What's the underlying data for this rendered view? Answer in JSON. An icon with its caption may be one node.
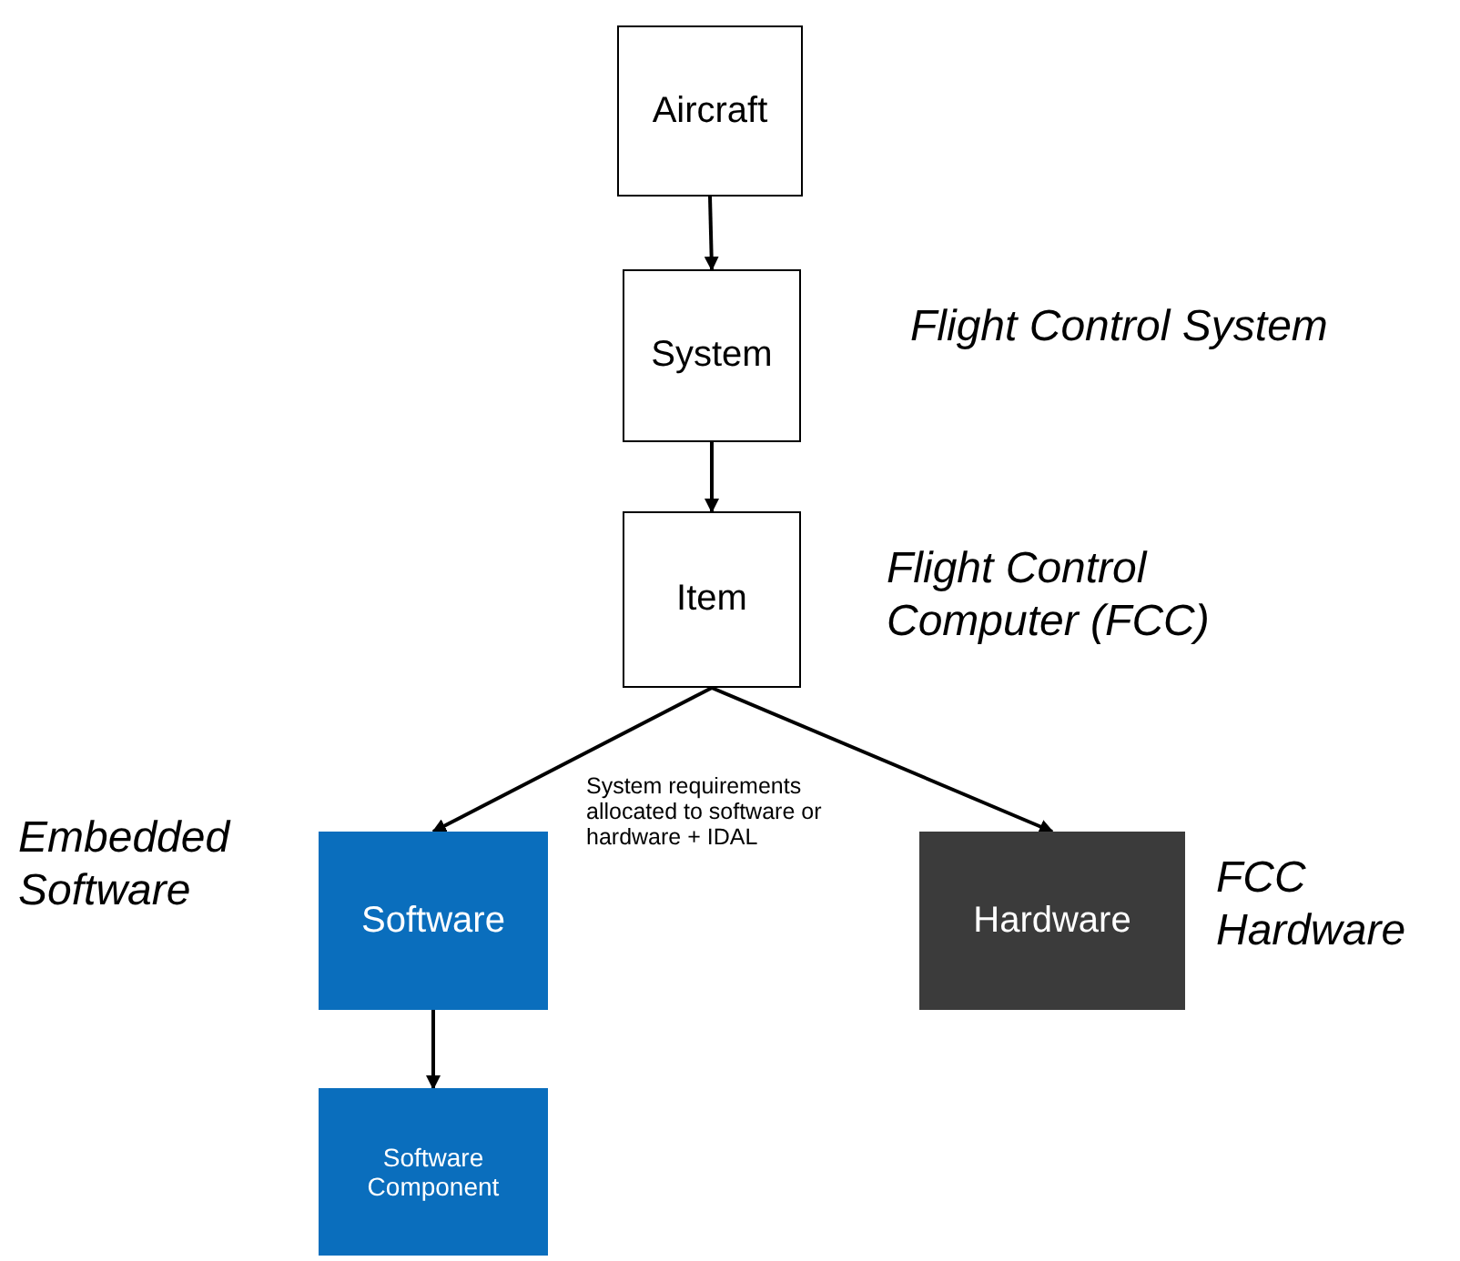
{
  "diagram": {
    "nodes": [
      {
        "text": [
          "Aircraft"
        ]
      },
      {
        "text": [
          "System"
        ],
        "beside": [
          "Flight Control System"
        ]
      },
      {
        "text": [
          "Item"
        ],
        "beside": [
          "Flight Control Computer (FCC)"
        ]
      },
      {
        "text": [
          "Software"
        ],
        "beside": [
          "Embedded Software"
        ]
      },
      {
        "text": [
          "Hardware"
        ],
        "beside": [
          "FCC Hardware"
        ]
      },
      {
        "text": [
          "Software Component"
        ]
      }
    ],
    "edges": [
      {
        "from": 0,
        "to": 1,
        "arrow": "to"
      },
      {
        "from": 1,
        "to": 2,
        "arrow": "to"
      },
      {
        "from": 2,
        "to": 3,
        "arrow": "to"
      },
      {
        "from": 2,
        "to": 4,
        "arrow": "to"
      },
      {
        "from": 3,
        "to": 5,
        "arrow": "to"
      }
    ],
    "labels": [
      "System requirements allocated to software or hardware + IDAL"
    ]
  }
}
